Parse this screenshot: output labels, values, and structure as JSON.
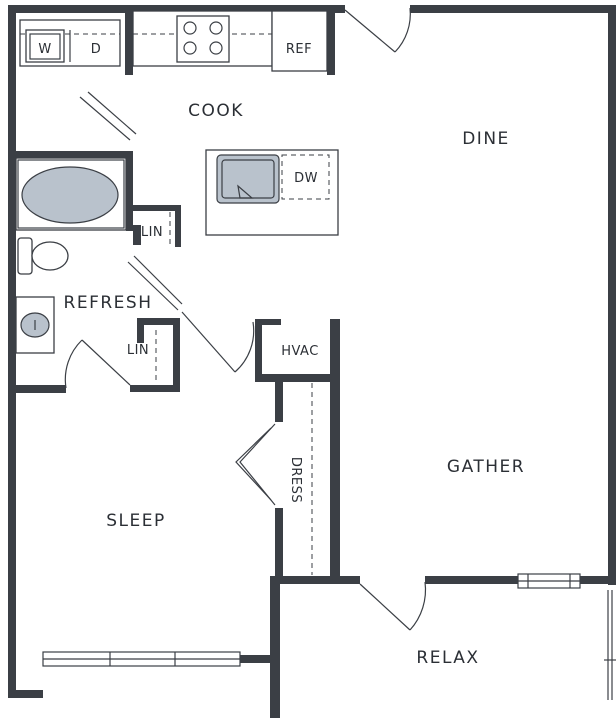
{
  "plan": {
    "rooms": {
      "cook": "COOK",
      "dine": "DINE",
      "refresh": "REFRESH",
      "gather": "GATHER",
      "sleep": "SLEEP",
      "relax": "RELAX"
    },
    "fixtures": {
      "washer": "W",
      "dryer": "D",
      "refrigerator": "REF",
      "dishwasher": "DW",
      "linen_bath": "LIN",
      "linen_hall": "LIN",
      "hvac": "HVAC",
      "dress": "DRESS"
    }
  }
}
